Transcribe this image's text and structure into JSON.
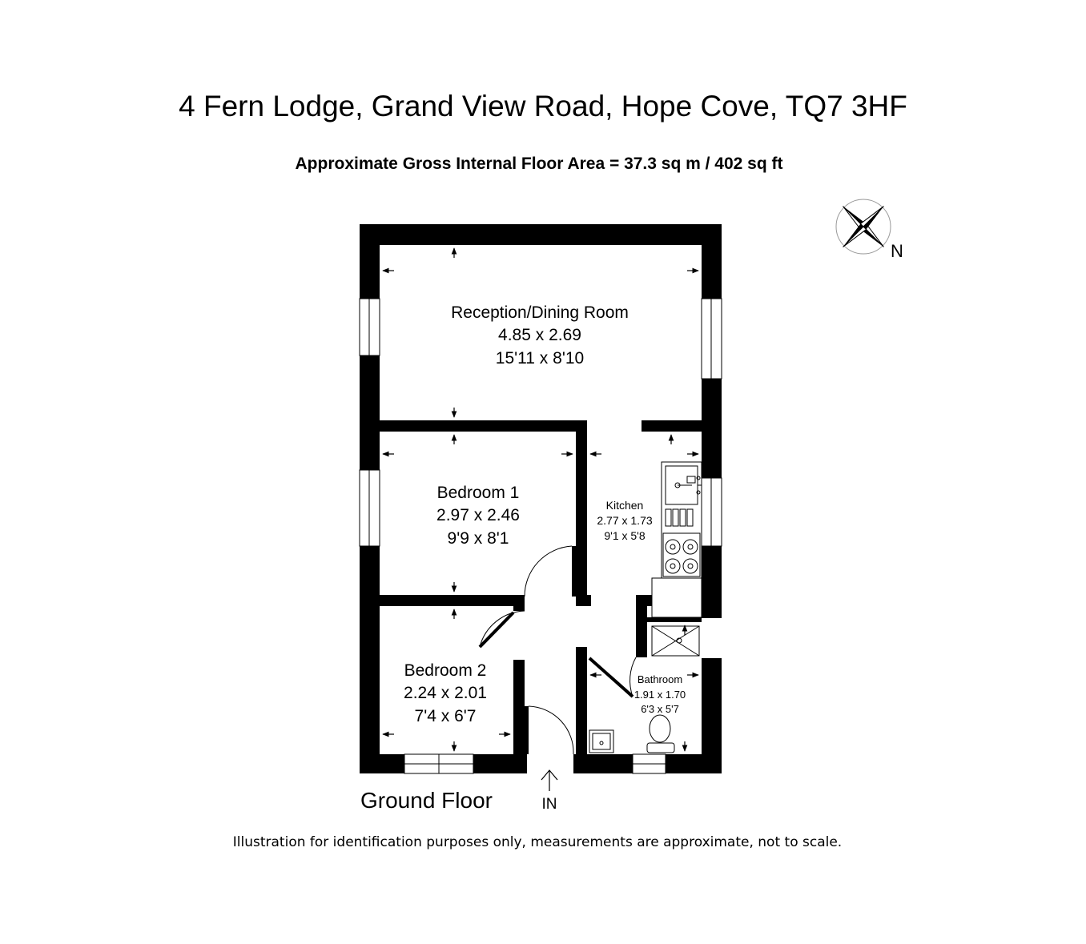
{
  "title": "4 Fern Lodge, Grand View Road, Hope Cove, TQ7 3HF",
  "subtitle": "Approximate Gross Internal Floor Area  = 37.3 sq m / 402 sq ft",
  "floor_label": "Ground Floor",
  "entrance_label": "IN",
  "compass_label": "N",
  "disclaimer": "Illustration for identification purposes only, measurements are approximate, not to scale.",
  "rooms": {
    "reception": {
      "name": "Reception/Dining Room",
      "metric": "4.85 x 2.69",
      "imperial": "15'11 x 8'10"
    },
    "bedroom1": {
      "name": "Bedroom 1",
      "metric": "2.97 x 2.46",
      "imperial": "9'9 x 8'1"
    },
    "bedroom2": {
      "name": "Bedroom 2",
      "metric": "2.24 x 2.01",
      "imperial": "7'4 x 6'7"
    },
    "kitchen": {
      "name": "Kitchen",
      "metric": "2.77 x 1.73",
      "imperial": "9'1 x 5'8"
    },
    "bathroom": {
      "name": "Bathroom",
      "metric": "1.91 x 1.70",
      "imperial": "6'3 x 5'7"
    }
  }
}
